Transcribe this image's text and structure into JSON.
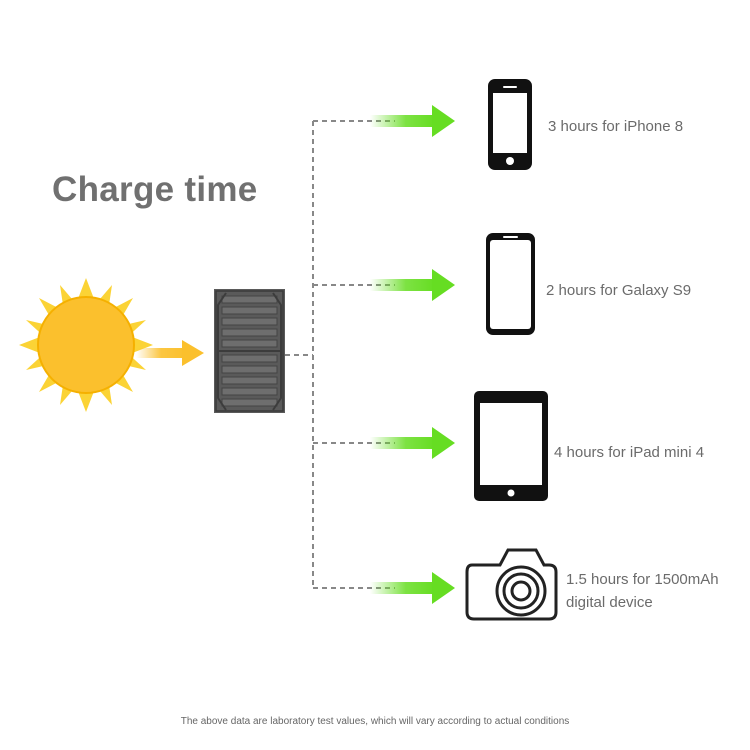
{
  "title": "Charge time",
  "devices": [
    {
      "label": "3 hours for iPhone 8",
      "icon": "iphone-icon"
    },
    {
      "label": "2 hours for Galaxy S9",
      "icon": "galaxy-phone-icon"
    },
    {
      "label": "4 hours for iPad mini 4",
      "icon": "tablet-icon"
    },
    {
      "label_line1": "1.5 hours for 1500mAh",
      "label_line2": "digital device",
      "icon": "camera-icon"
    }
  ],
  "footer": "The above data are laboratory test values, which will vary according to actual conditions",
  "colors": {
    "sun": "#fbc02d",
    "arrow_green": "#66dd22",
    "panel": "#555555",
    "connector": "#888888",
    "title_text": "#707070"
  }
}
